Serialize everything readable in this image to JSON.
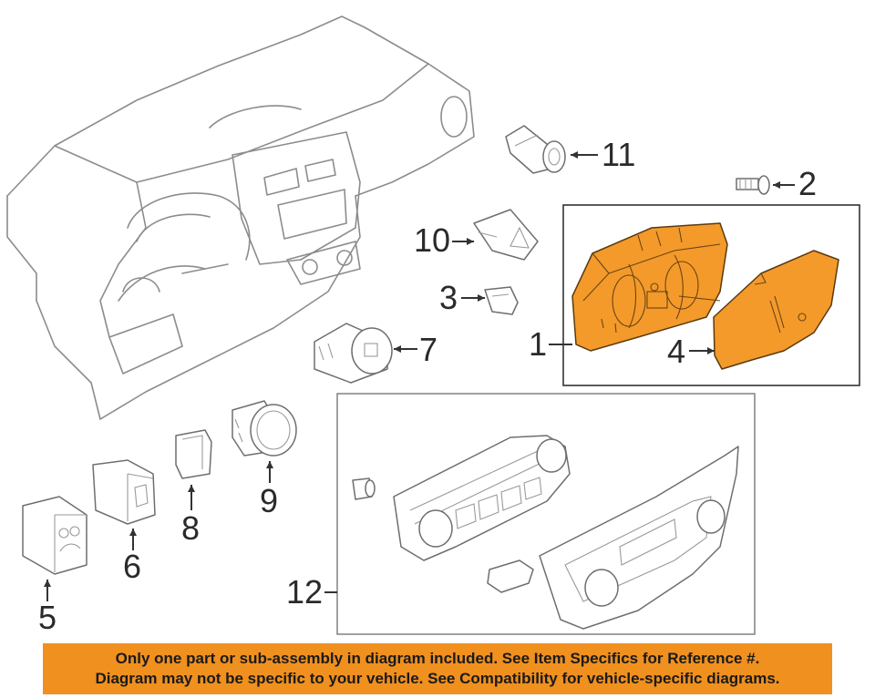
{
  "callouts": {
    "c1": "1",
    "c2": "2",
    "c3": "3",
    "c4": "4",
    "c5": "5",
    "c6": "6",
    "c7": "7",
    "c8": "8",
    "c9": "9",
    "c10": "10",
    "c11": "11",
    "c12": "12"
  },
  "banner": {
    "line1": "Only one part or sub-assembly in diagram included. See Item Specifics for Reference #.",
    "line2": "Diagram may not be specific to your vehicle. See Compatibility for vehicle-specific diagrams."
  },
  "colors": {
    "highlight": "#f39a2b",
    "banner": "#f0901f"
  }
}
